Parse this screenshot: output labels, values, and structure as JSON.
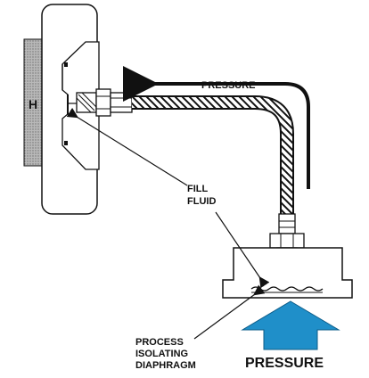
{
  "labels": {
    "gauge_letter": "H",
    "pressure_arrow": "PRESSURE",
    "fill_fluid_line1": "FILL",
    "fill_fluid_line2": "FLUID",
    "process_line1": "PROCESS",
    "process_line2": "ISOLATING",
    "process_line3": "DIAPHRAGM",
    "pressure_bottom": "PRESSURE"
  },
  "colors": {
    "pressure_arrow": "#1f8fc9",
    "wall_hatch": "#9a9a9a",
    "outline": "#111111"
  }
}
